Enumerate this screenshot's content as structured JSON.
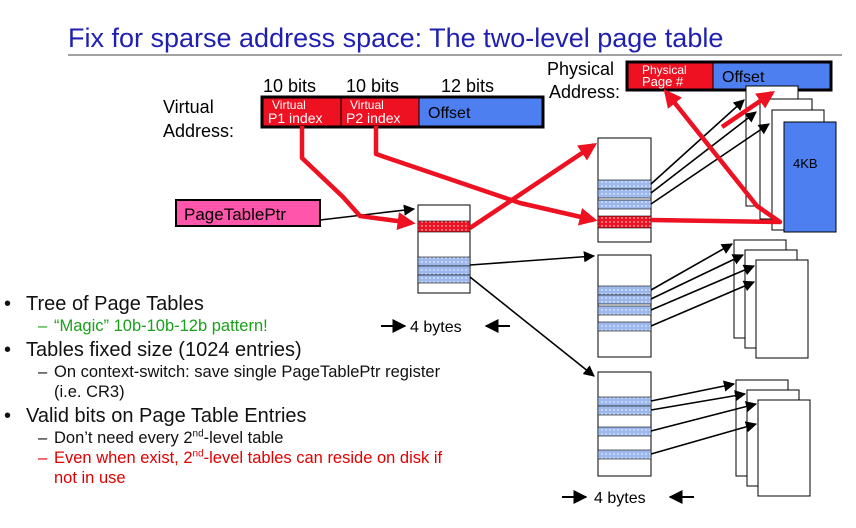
{
  "title": "Fix for sparse address space: The two-level page table",
  "virtual_address": {
    "label_line1": "Virtual",
    "label_line2": "Address:",
    "fields": [
      {
        "bits": "10 bits",
        "line1": "Virtual",
        "line2": "P1 index"
      },
      {
        "bits": "10 bits",
        "line1": "Virtual",
        "line2": "P2 index"
      },
      {
        "bits": "12 bits",
        "label": "Offset"
      }
    ]
  },
  "physical_address": {
    "label_line1": "Physical",
    "label_line2": "Address:",
    "page_line1": "Physical",
    "page_line2": "Page #",
    "offset": "Offset"
  },
  "page_table_ptr": "PageTablePtr",
  "page_size": "4KB",
  "entry_size_label": "4 bytes",
  "bullets": [
    {
      "text": "Tree of Page Tables",
      "subs": [
        {
          "pre": "“Magic” 10b-10b-12b pattern!",
          "color": "green"
        }
      ]
    },
    {
      "text": "Tables fixed size (1024 entries)",
      "subs": [
        {
          "pre": "On context-switch: save single PageTablePtr register",
          "cont": "(i.e. CR3)",
          "color": "black"
        }
      ]
    },
    {
      "text": "Valid bits on Page Table Entries",
      "subs": [
        {
          "pre": "Don’t need every 2",
          "sup": "nd",
          "post": "-level table",
          "color": "black"
        },
        {
          "pre": "Even when exist, 2",
          "sup": "nd",
          "post": "-level tables can reside on disk if",
          "cont": "not in use",
          "color": "red"
        }
      ]
    }
  ],
  "colors": {
    "title": "#1f1fb0",
    "field_red": "#ee1122",
    "field_blue": "#4d7ff0",
    "arrow_red": "#ee1122",
    "ptr_pink": "#ff55aa",
    "entry_blue": "#9cb8ec"
  }
}
